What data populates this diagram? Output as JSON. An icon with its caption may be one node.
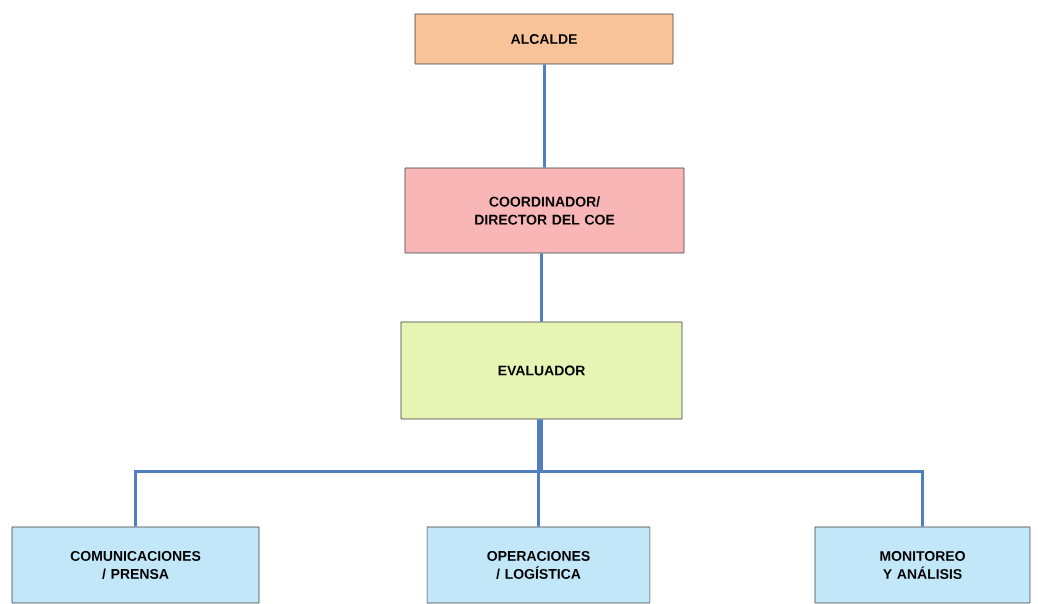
{
  "diagram": {
    "nodes": [
      {
        "text": [
          "ALCALDE"
        ]
      },
      {
        "text": [
          "COORDINADOR/ DIRECTOR DEL COE"
        ]
      },
      {
        "text": [
          "EVALUADOR"
        ]
      },
      {
        "text": [
          "COMUNICACIONES / PRENSA"
        ]
      },
      {
        "text": [
          "OPERACIONES / LOGÍSTICA"
        ]
      },
      {
        "text": [
          "MONITOREO Y ANÁLISIS"
        ]
      }
    ],
    "edges": [
      {
        "from": 0,
        "to": 1,
        "arrow": "none"
      },
      {
        "from": 1,
        "to": 2,
        "arrow": "none"
      },
      {
        "from": 2,
        "to": 3,
        "arrow": "none"
      },
      {
        "from": 2,
        "to": 4,
        "arrow": "none"
      },
      {
        "from": 2,
        "to": 5,
        "arrow": "none"
      }
    ]
  }
}
